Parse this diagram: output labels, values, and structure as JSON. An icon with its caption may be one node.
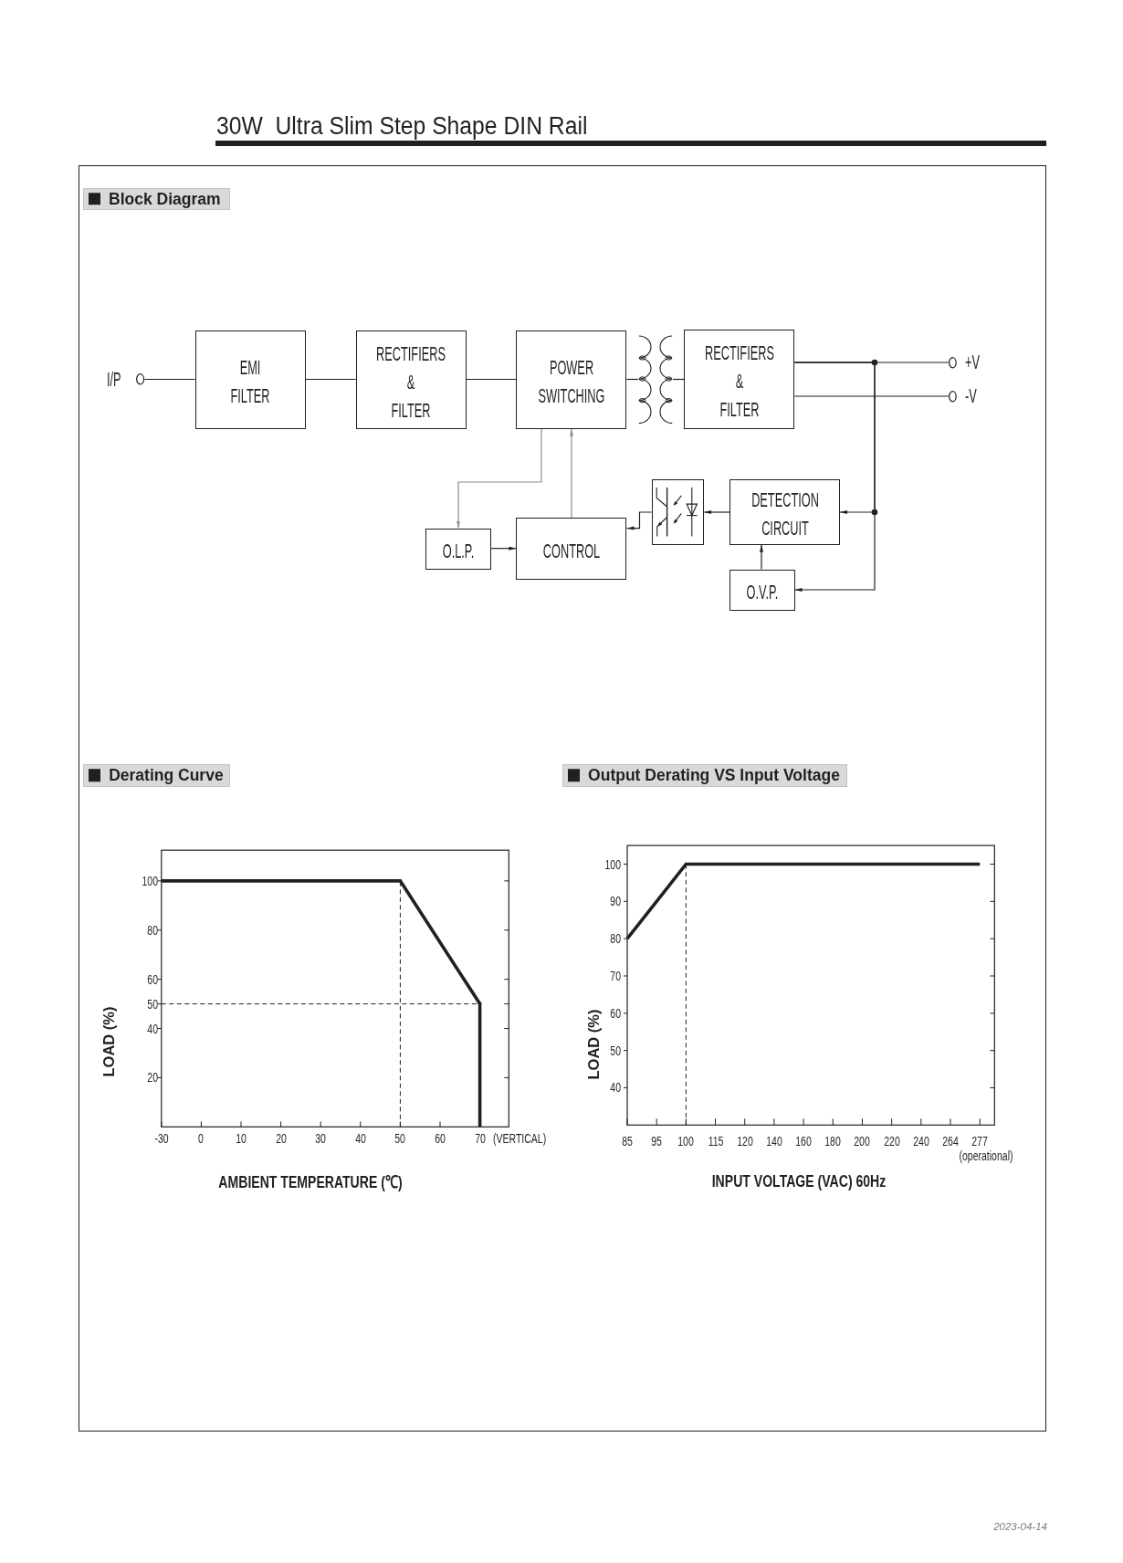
{
  "diagram": {
    "title": "30W  Ultra Slim Step Shape DIN Rail",
    "nodes": [
      {
        "text": [],
        "shape": "circle",
        "beside": [
          "I/P"
        ]
      },
      {
        "text": [
          "EMI FILTER"
        ]
      },
      {
        "text": [
          "RECTIFIERS & FILTER"
        ]
      },
      {
        "text": [
          "POWER SWITCHING"
        ]
      },
      {
        "text": [],
        "shape": "picture"
      },
      {
        "text": [
          "RECTIFIERS & FILTER"
        ]
      },
      {
        "text": [],
        "shape": "circle",
        "beside": [
          "+V"
        ]
      },
      {
        "text": [],
        "shape": "circle",
        "beside": [
          "-V"
        ]
      },
      {
        "text": [
          "O.L.P."
        ]
      },
      {
        "text": [
          "CONTROL"
        ]
      },
      {
        "text": [],
        "shape": "box"
      },
      {
        "text": [
          "DETECTION CIRCUIT"
        ]
      },
      {
        "text": [
          "O.V.P."
        ]
      }
    ],
    "edges": [
      {
        "from": 0,
        "to": 1,
        "arrow": "none"
      },
      {
        "from": 1,
        "to": 2,
        "arrow": "none"
      },
      {
        "from": 2,
        "to": 3,
        "arrow": "none"
      },
      {
        "from": 3,
        "to": 4,
        "arrow": "none"
      },
      {
        "from": 4,
        "to": 5,
        "arrow": "none"
      },
      {
        "from": 5,
        "to": 6,
        "arrow": "none"
      },
      {
        "from": 5,
        "to": 7,
        "arrow": "none"
      },
      {
        "from": 3,
        "to": 8,
        "arrow": "to",
        "color": "#8c8c8c"
      },
      {
        "from": 9,
        "to": 3,
        "arrow": "to",
        "color": "#8c8c8c"
      },
      {
        "from": 8,
        "to": 9,
        "arrow": "to"
      },
      {
        "from": 10,
        "to": 9,
        "arrow": "to"
      },
      {
        "from": 11,
        "to": 10,
        "arrow": "to"
      },
      {
        "from": 5,
        "to": 11,
        "arrow": "to"
      },
      {
        "from": 5,
        "to": 12,
        "arrow": "to"
      },
      {
        "from": 12,
        "to": 11,
        "arrow": "to"
      }
    ],
    "labels": [
      "Block Diagram",
      "2023-04-14"
    ],
    "chart_data": [
      {
        "type": "line",
        "title": "Derating Curve",
        "xlabel": "AMBIENT TEMPERATURE (℃)",
        "ylabel": "LOAD (%)",
        "categories": [
          "-30",
          "0",
          "10",
          "20",
          "30",
          "40",
          "50",
          "60",
          "70"
        ],
        "series": [
          {
            "color": "#231f20",
            "values": [
              100,
              100,
              100,
              100,
              100,
              100,
              100,
              75,
              50
            ]
          }
        ],
        "ylim": [
          0,
          112.5
        ],
        "yticks": [
          20,
          40,
          50,
          60,
          80,
          100
        ],
        "ref_lines": [
          {
            "axis": "x",
            "value": "50"
          },
          {
            "axis": "y",
            "value": 50
          },
          {
            "axis": "x",
            "value": "70"
          }
        ],
        "annotations": [
          "(VERTICAL)"
        ]
      },
      {
        "type": "line",
        "title": "Output Derating VS Input Voltage",
        "xlabel": "INPUT VOLTAGE (VAC) 60Hz",
        "ylabel": "LOAD (%)",
        "categories": [
          "85",
          "95",
          "100",
          "115",
          "120",
          "140",
          "160",
          "180",
          "200",
          "220",
          "240",
          "264",
          "277"
        ],
        "series": [
          {
            "color": "#231f20",
            "values": [
              80,
              90,
              100,
              100,
              100,
              100,
              100,
              100,
              100,
              100,
              100,
              100,
              100
            ]
          }
        ],
        "ylim": [
          30,
          105
        ],
        "yticks": [
          40,
          50,
          60,
          70,
          80,
          90,
          100
        ],
        "ref_lines": [
          {
            "axis": "x",
            "value": "100"
          }
        ],
        "annotations": [
          "(operational)"
        ]
      }
    ]
  }
}
